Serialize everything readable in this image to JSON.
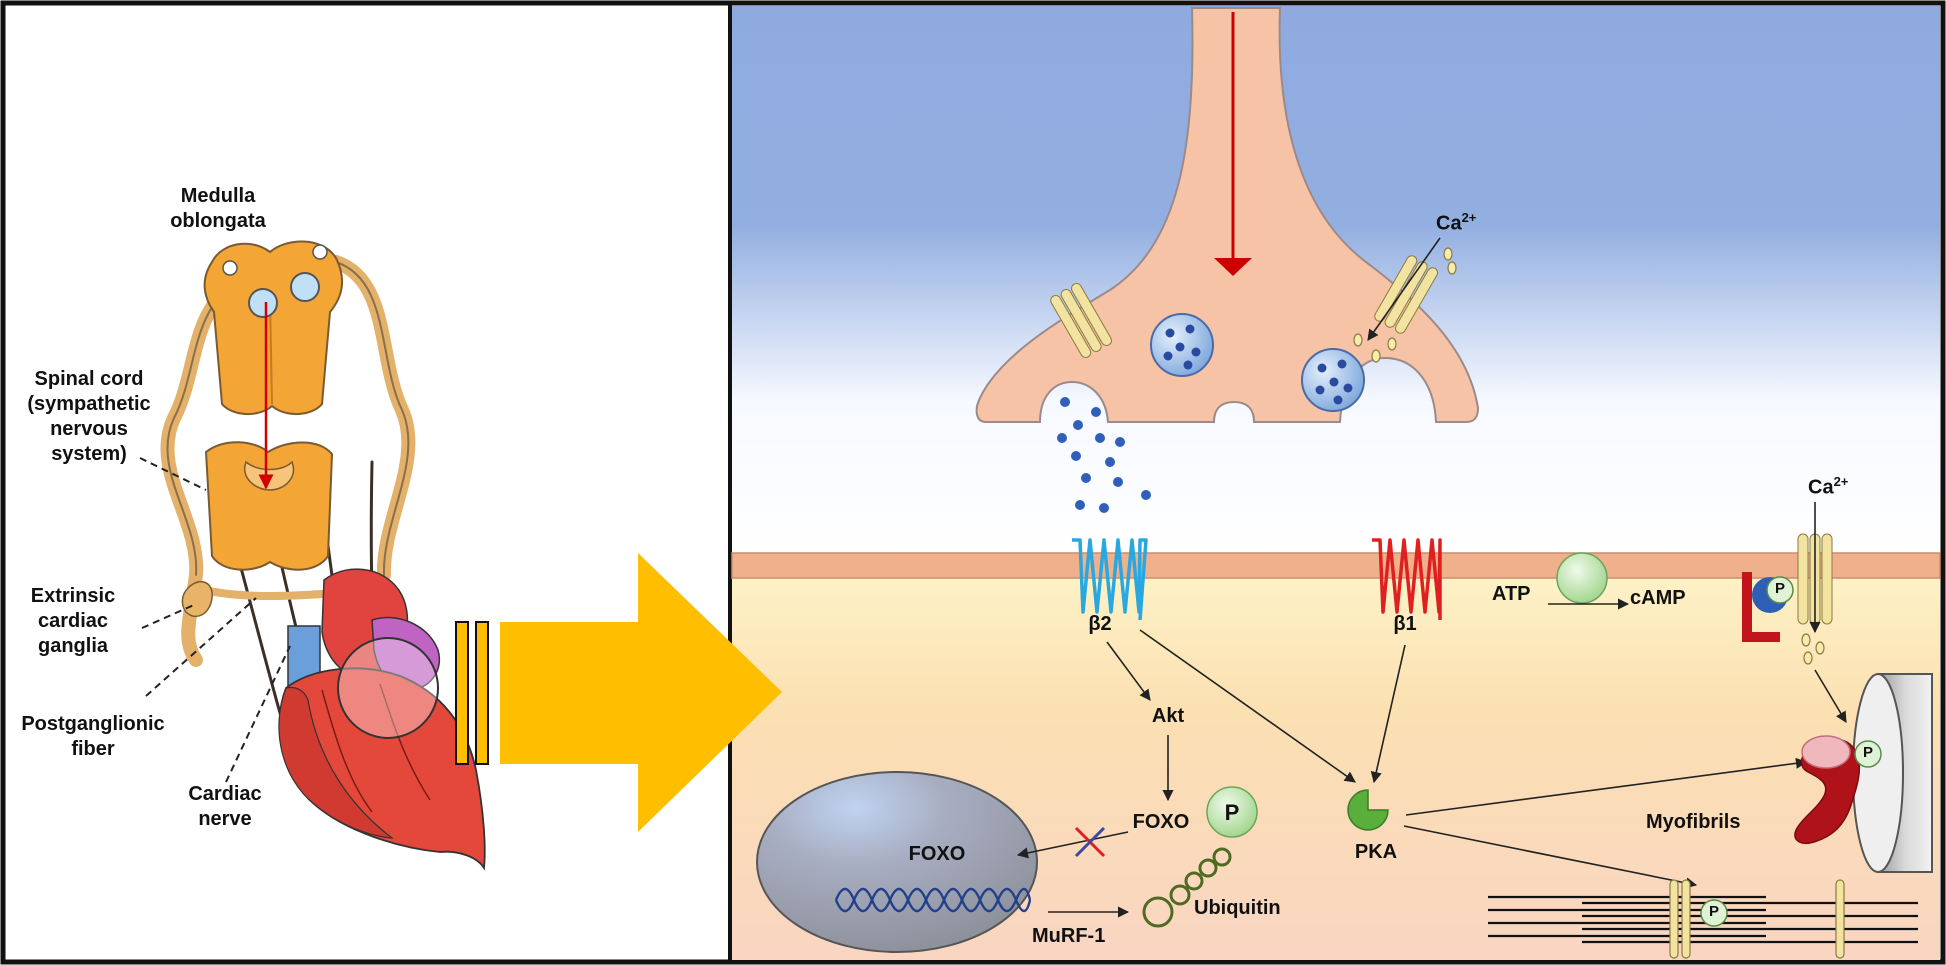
{
  "left_panel": {
    "labels": {
      "medulla": "Medulla\noblongata",
      "spinal_cord": "Spinal cord\n(sympathetic\nnervous\nsystem)",
      "ganglia": "Extrinsic\ncardiac\nganglia",
      "postganglionic": "Postganglionic\nfiber",
      "cardiac_nerve": "Cardiac\nnerve"
    }
  },
  "right_panel": {
    "labels": {
      "ca_top": "Ca",
      "ca_top_sup": "2+",
      "ca_right": "Ca",
      "ca_right_sup": "2+",
      "beta2": "β2",
      "beta1": "β1",
      "atp": "ATP",
      "camp": "cAMP",
      "akt": "Akt",
      "foxo_cyto": "FOXO",
      "foxo_nucleus": "FOXO",
      "pka": "PKA",
      "myofibrils": "Myofibrils",
      "ubiquitin": "Ubiquitin",
      "murf1": "MuRF-1",
      "p1": "P",
      "p2": "P",
      "p3": "P",
      "p4": "P"
    }
  },
  "colors": {
    "sky_blue": "#8eaadf",
    "neuron": "#f7c3a6",
    "cytoplasm": "#fbe0c8",
    "big_arrow": "#ffbf00",
    "beta2_receptor": "#29a8e0",
    "beta1_receptor": "#e02020",
    "red_arrow": "#cc0000"
  }
}
